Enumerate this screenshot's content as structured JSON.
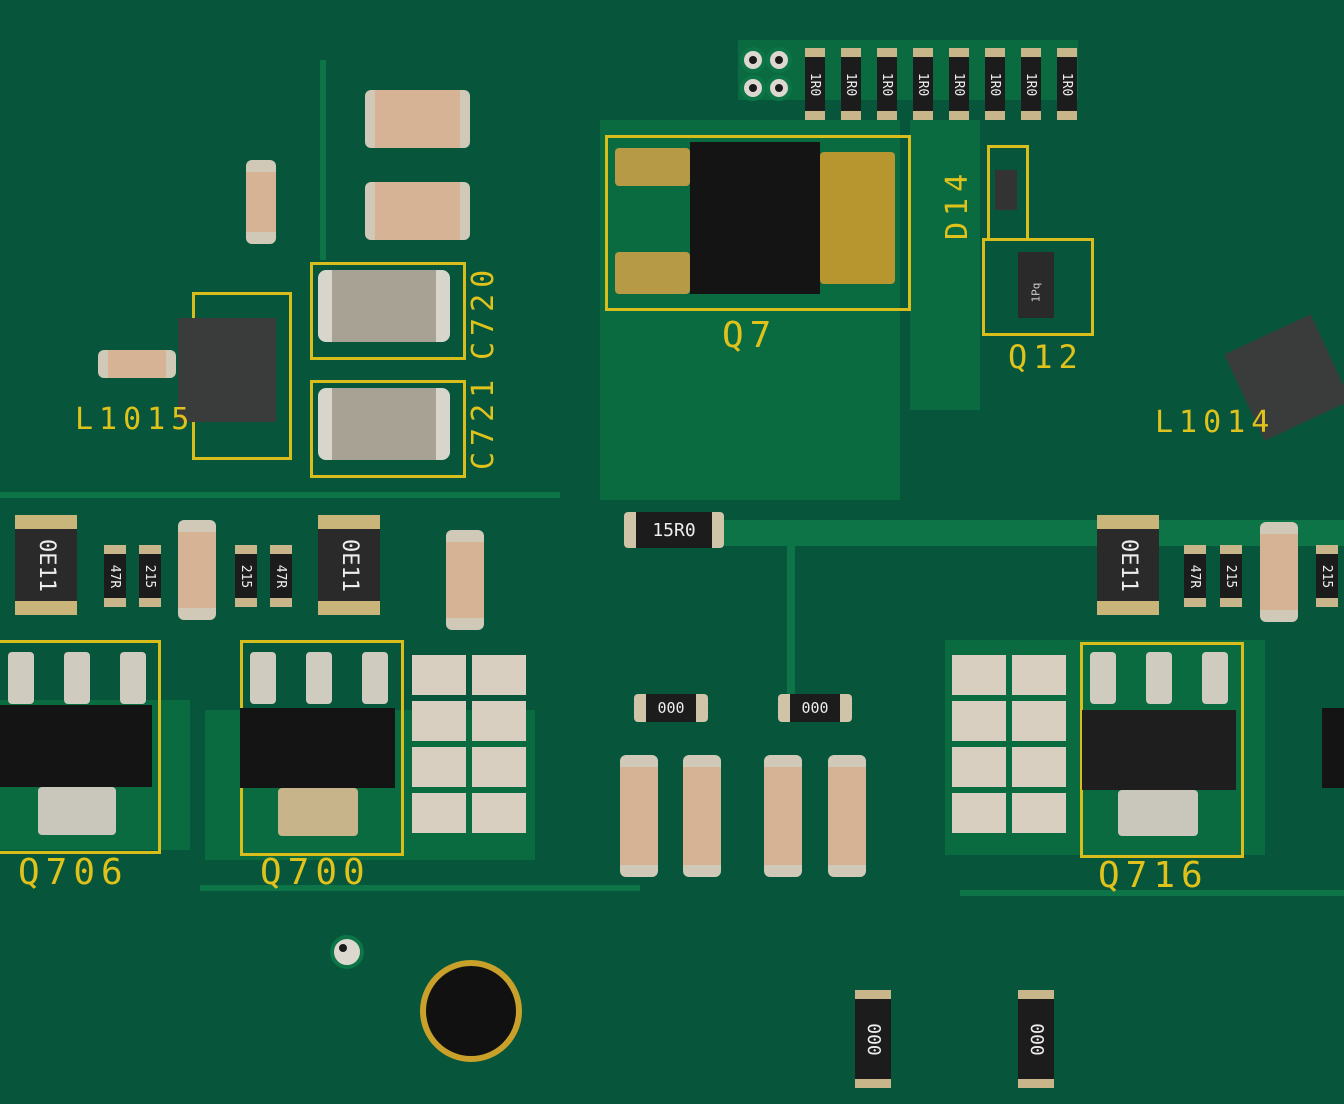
{
  "labels": {
    "q7": "Q7",
    "q12": "Q12",
    "d14": "D14",
    "l1015": "L1015",
    "l1014": "L1014",
    "c721": "C721",
    "c720": "C720",
    "q706": "Q706",
    "q700": "Q700",
    "q716": "Q716"
  },
  "markings": {
    "r_1r0": "1R0",
    "r_15r0": "15R0",
    "r_000": "000",
    "inductor": "0E11",
    "r_47r": "47R",
    "r_215": "215",
    "q12_mark": "1Pq"
  },
  "colors": {
    "board": "#07553a",
    "silkscreen": "#e0c21c",
    "copper_pour": "#0a6a40"
  }
}
